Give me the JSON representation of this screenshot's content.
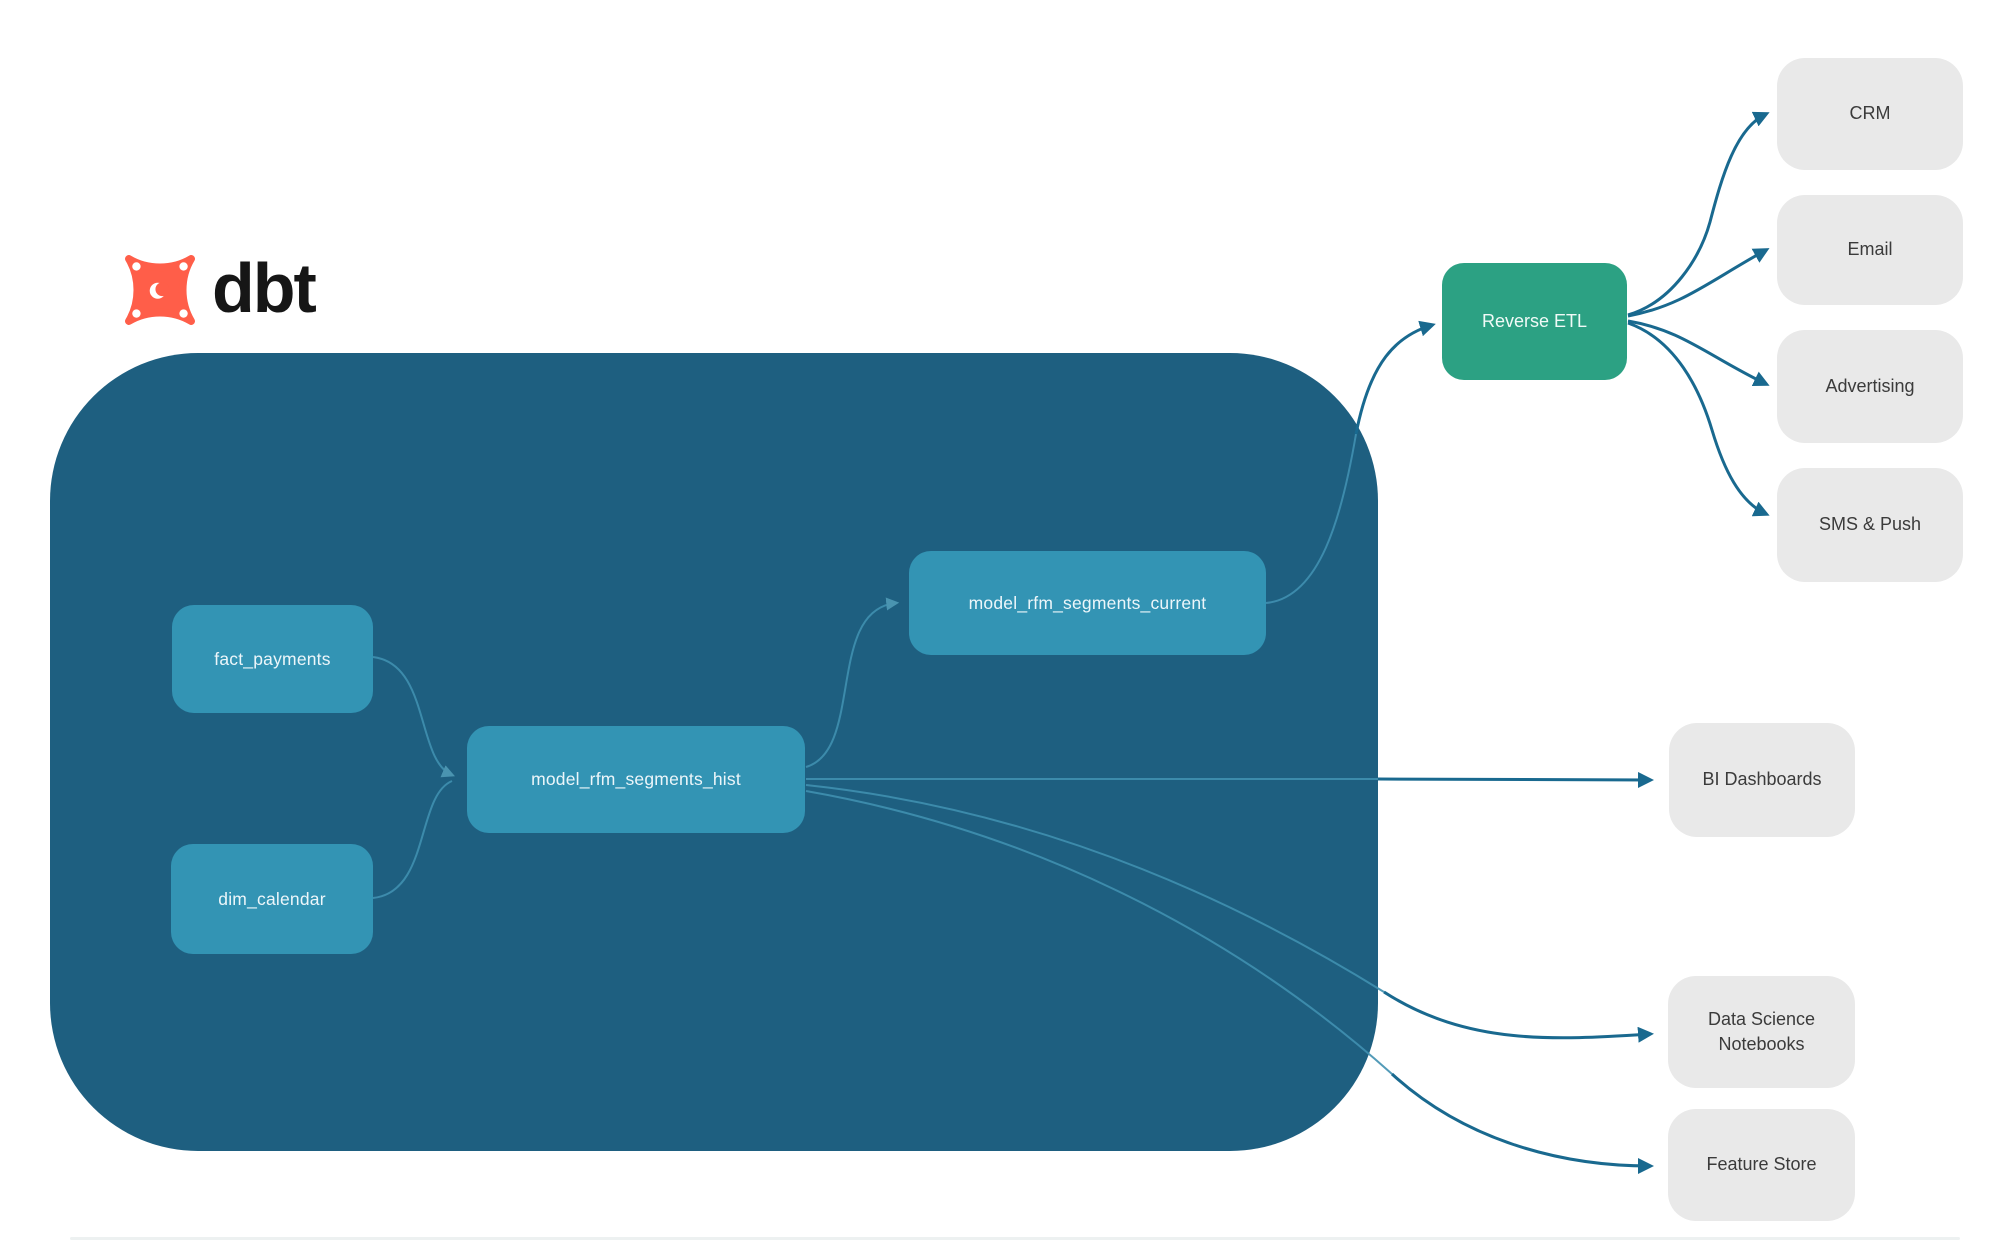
{
  "palette": {
    "warehouse_background": "#1E5F80",
    "model_node": "#3394B4",
    "reverse_etl_node": "#2CA183",
    "destination_node": "#E9E9E9",
    "destination_text": "#3B3B3B",
    "edge_dark": "#19698F",
    "edge_light_inside": "#4090B0",
    "dbt_orange": "#FF5E49",
    "wordmark_color": "#161616"
  },
  "logo": {
    "wordmark": "dbt"
  },
  "diagram": {
    "warehouse_nodes": [
      {
        "id": "fact_payments",
        "label": "fact_payments"
      },
      {
        "id": "dim_calendar",
        "label": "dim_calendar"
      },
      {
        "id": "model_rfm_segments_hist",
        "label": "model_rfm_segments_hist"
      },
      {
        "id": "model_rfm_segments_current",
        "label": "model_rfm_segments_current"
      }
    ],
    "process_nodes": [
      {
        "id": "reverse_etl",
        "label": "Reverse ETL"
      }
    ],
    "destination_nodes": [
      {
        "id": "crm",
        "label": "CRM"
      },
      {
        "id": "email",
        "label": "Email"
      },
      {
        "id": "advertising",
        "label": "Advertising"
      },
      {
        "id": "sms_push",
        "label": "SMS & Push"
      },
      {
        "id": "bi_dashboards",
        "label": "BI Dashboards"
      },
      {
        "id": "data_science_notebooks",
        "label": "Data Science Notebooks"
      },
      {
        "id": "feature_store",
        "label": "Feature Store"
      }
    ],
    "edges": [
      {
        "from": "fact_payments",
        "to": "model_rfm_segments_hist"
      },
      {
        "from": "dim_calendar",
        "to": "model_rfm_segments_hist"
      },
      {
        "from": "model_rfm_segments_hist",
        "to": "model_rfm_segments_current"
      },
      {
        "from": "model_rfm_segments_current",
        "to": "reverse_etl"
      },
      {
        "from": "reverse_etl",
        "to": "crm"
      },
      {
        "from": "reverse_etl",
        "to": "email"
      },
      {
        "from": "reverse_etl",
        "to": "advertising"
      },
      {
        "from": "reverse_etl",
        "to": "sms_push"
      },
      {
        "from": "model_rfm_segments_hist",
        "to": "bi_dashboards"
      },
      {
        "from": "model_rfm_segments_hist",
        "to": "data_science_notebooks"
      },
      {
        "from": "model_rfm_segments_hist",
        "to": "feature_store"
      }
    ]
  }
}
